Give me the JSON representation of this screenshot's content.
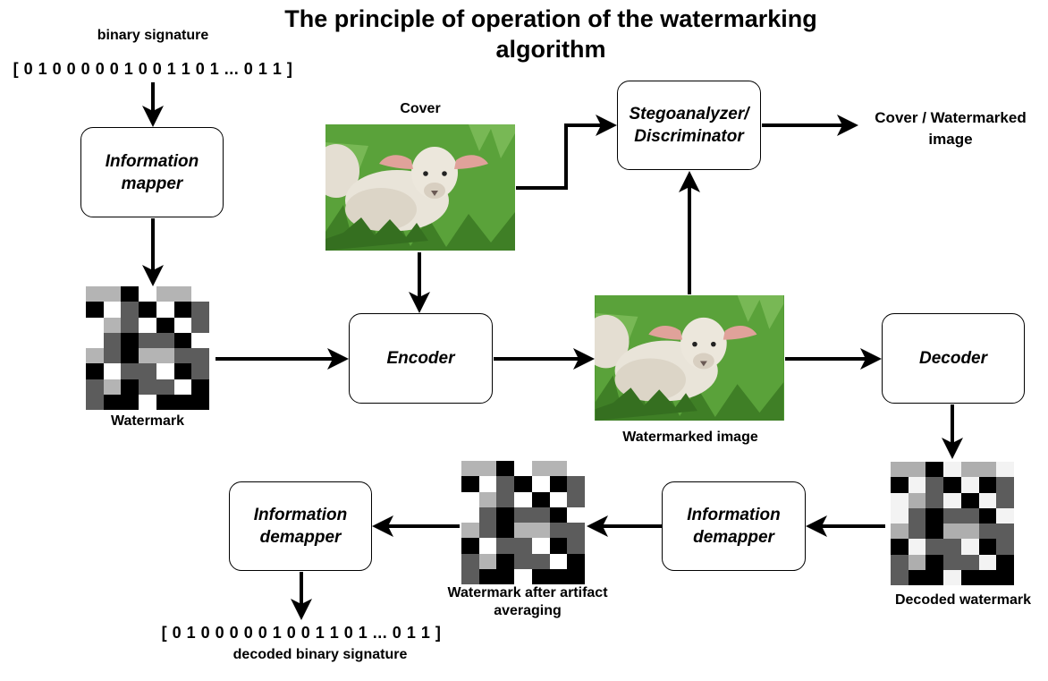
{
  "title": "The principle of operation of the watermarking algorithm",
  "labels": {
    "binary_signature": "binary signature",
    "signature_bits": "[ 0 1 0 0 0 0 0 1 0 0 1 1 0 1  ... 0 1 1 ]",
    "cover": "Cover",
    "watermark": "Watermark",
    "watermarked_image": "Watermarked image",
    "decoded_watermark": "Decoded watermark",
    "watermark_after_averaging": "Watermark after artifact averaging",
    "decoded_bits": "[ 0 1 0 0 0 0 0 1 0 0 1 1 0 1  ... 0 1 1 ]",
    "decoded_binary_signature": "decoded binary signature",
    "discriminator_output": "Cover / Watermarked image"
  },
  "boxes": {
    "information_mapper": "Information mapper",
    "encoder": "Encoder",
    "stegoanalyzer": "Stegoanalyzer/ Discriminator",
    "decoder": "Decoder",
    "information_demapper_right": "Information demapper",
    "information_demapper_left": "Information demapper"
  },
  "watermark_pattern": {
    "palette": [
      "#ffffff",
      "#b4b4b4",
      "#5c5c5c",
      "#000000"
    ],
    "original": [
      [
        1,
        1,
        3,
        0,
        1,
        1,
        0
      ],
      [
        3,
        0,
        2,
        3,
        0,
        3,
        2
      ],
      [
        0,
        1,
        2,
        0,
        3,
        0,
        2
      ],
      [
        0,
        2,
        3,
        2,
        2,
        3,
        0
      ],
      [
        1,
        2,
        3,
        1,
        1,
        2,
        2
      ],
      [
        3,
        0,
        2,
        2,
        0,
        3,
        2
      ],
      [
        2,
        1,
        3,
        2,
        2,
        0,
        3
      ],
      [
        2,
        3,
        3,
        0,
        3,
        3,
        3
      ]
    ],
    "decoded": [
      [
        1,
        1,
        3,
        0,
        1,
        1,
        0
      ],
      [
        3,
        0,
        2,
        3,
        0,
        3,
        2
      ],
      [
        0,
        1,
        2,
        0,
        3,
        0,
        2
      ],
      [
        0,
        2,
        3,
        2,
        2,
        3,
        0
      ],
      [
        1,
        2,
        3,
        1,
        1,
        2,
        2
      ],
      [
        3,
        0,
        2,
        2,
        0,
        3,
        2
      ],
      [
        2,
        1,
        3,
        2,
        2,
        0,
        3
      ],
      [
        2,
        3,
        3,
        0,
        3,
        3,
        3
      ]
    ]
  }
}
